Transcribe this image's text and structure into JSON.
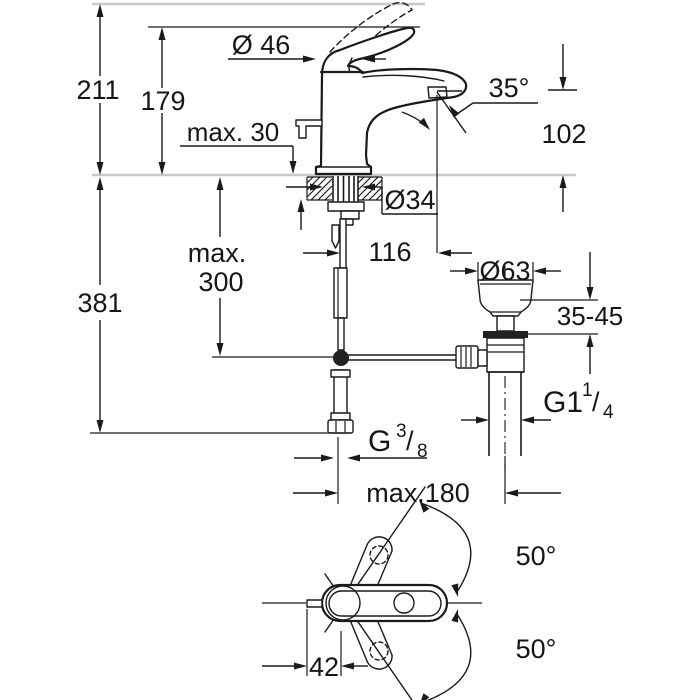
{
  "drawing": {
    "description": "Dimensional technical drawing of a single-lever basin mixer with pop-up waste set",
    "colors": {
      "line": "#1a1a1a",
      "reference_line": "#c9c9c9",
      "background": "#ffffff"
    },
    "labels": {
      "height_total": "211",
      "height_to_handle": "179",
      "handle_diameter": "Ø 46",
      "deck_thickness_max": "max. 30",
      "hole_diameter": "Ø34",
      "spout_reach": "116",
      "spout_angle": "35°",
      "spout_height": "102",
      "hose_length_max_line1": "max.",
      "hose_length_max_line2": "300",
      "supply_height": "381",
      "waste_flange_diameter": "Ø63",
      "waste_clamp_range": "35-45",
      "waste_thread": {
        "main": "G1",
        "sup": "1",
        "slash": "/",
        "sub": "4"
      },
      "supply_thread": {
        "main": "G",
        "sup": "3",
        "slash": "/",
        "sub": "8"
      },
      "supply_span_max": "max.180",
      "swivel_angle_upper": "50°",
      "swivel_angle_lower": "50°",
      "handle_offset": "42"
    }
  }
}
